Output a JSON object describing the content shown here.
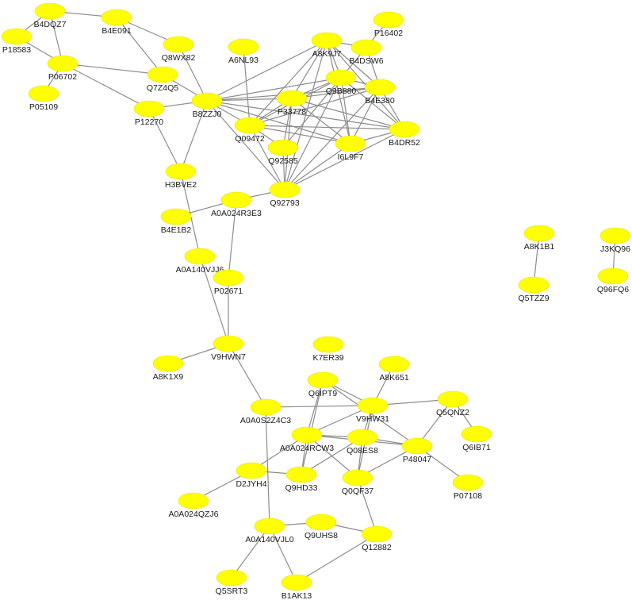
{
  "node_color": "#ffff00",
  "edge_color": "#8c8c8c",
  "nodes": [
    {
      "id": "B4DQZ7"
    },
    {
      "id": "B4E091"
    },
    {
      "id": "P18583"
    },
    {
      "id": "P06702"
    },
    {
      "id": "P05109"
    },
    {
      "id": "Q8WX82"
    },
    {
      "id": "Q7Z4Q5"
    },
    {
      "id": "P12270"
    },
    {
      "id": "A6NL93"
    },
    {
      "id": "B8ZZJ0"
    },
    {
      "id": "P16402"
    },
    {
      "id": "A8K9J7"
    },
    {
      "id": "B4DSW6"
    },
    {
      "id": "Q9B880"
    },
    {
      "id": "B4E380"
    },
    {
      "id": "P33778"
    },
    {
      "id": "Q09472"
    },
    {
      "id": "B4DR52"
    },
    {
      "id": "Q92585"
    },
    {
      "id": "I6L9F7"
    },
    {
      "id": "H3BVE2"
    },
    {
      "id": "A0A024R3E3"
    },
    {
      "id": "Q92793"
    },
    {
      "id": "B4E1B2"
    },
    {
      "id": "A0A140VJJ6"
    },
    {
      "id": "P02671"
    },
    {
      "id": "V9HWN7"
    },
    {
      "id": "A8K1X9"
    },
    {
      "id": "A8K1B1"
    },
    {
      "id": "Q5TZZ9"
    },
    {
      "id": "J3KQ96"
    },
    {
      "id": "Q96FQ6"
    },
    {
      "id": "K7ER39"
    },
    {
      "id": "A8K651"
    },
    {
      "id": "Q6IPT9"
    },
    {
      "id": "V9HW31"
    },
    {
      "id": "Q5QNZ2"
    },
    {
      "id": "A0A0S2Z4C3"
    },
    {
      "id": "A0A024RCW3"
    },
    {
      "id": "Q08ES8"
    },
    {
      "id": "P48047"
    },
    {
      "id": "Q6IB71"
    },
    {
      "id": "D2JYH4"
    },
    {
      "id": "Q9HD33"
    },
    {
      "id": "Q0QF37"
    },
    {
      "id": "P07108"
    },
    {
      "id": "A0A024QZJ6"
    },
    {
      "id": "A0A140VJL0"
    },
    {
      "id": "Q9UHS8"
    },
    {
      "id": "Q12882"
    },
    {
      "id": "Q5SRT3"
    },
    {
      "id": "B1AK13"
    }
  ],
  "edges": [
    [
      "B4DQZ7",
      "B4E091"
    ],
    [
      "B4DQZ7",
      "P18583"
    ],
    [
      "B4DQZ7",
      "P06702"
    ],
    [
      "B4E091",
      "Q8WX82"
    ],
    [
      "B4E091",
      "Q7Z4Q5"
    ],
    [
      "P18583",
      "P06702"
    ],
    [
      "P06702",
      "P05109"
    ],
    [
      "P06702",
      "Q7Z4Q5"
    ],
    [
      "P06702",
      "P12270"
    ],
    [
      "Q8WX82",
      "B8ZZJ0"
    ],
    [
      "Q7Z4Q5",
      "B8ZZJ0"
    ],
    [
      "P12270",
      "B8ZZJ0"
    ],
    [
      "P12270",
      "H3BVE2"
    ],
    [
      "B8ZZJ0",
      "H3BVE2"
    ],
    [
      "B8ZZJ0",
      "A8K9J7"
    ],
    [
      "B8ZZJ0",
      "Q9B880"
    ],
    [
      "B8ZZJ0",
      "B4E380"
    ],
    [
      "B8ZZJ0",
      "P33778"
    ],
    [
      "B8ZZJ0",
      "Q09472"
    ],
    [
      "B8ZZJ0",
      "B4DR52"
    ],
    [
      "B8ZZJ0",
      "I6L9F7"
    ],
    [
      "B8ZZJ0",
      "Q92793"
    ],
    [
      "A6NL93",
      "Q09472"
    ],
    [
      "P16402",
      "B4DSW6"
    ],
    [
      "A8K9J7",
      "B4DSW6"
    ],
    [
      "A8K9J7",
      "Q9B880"
    ],
    [
      "A8K9J7",
      "B4E380"
    ],
    [
      "A8K9J7",
      "B4DR52"
    ],
    [
      "A8K9J7",
      "Q09472"
    ],
    [
      "A8K9J7",
      "P33778"
    ],
    [
      "A8K9J7",
      "I6L9F7"
    ],
    [
      "A8K9J7",
      "Q92793"
    ],
    [
      "B4DSW6",
      "B4E380"
    ],
    [
      "B4DSW6",
      "Q9B880"
    ],
    [
      "Q9B880",
      "B4E380"
    ],
    [
      "Q9B880",
      "P33778"
    ],
    [
      "Q9B880",
      "B4DR52"
    ],
    [
      "Q9B880",
      "I6L9F7"
    ],
    [
      "Q9B880",
      "Q09472"
    ],
    [
      "Q9B880",
      "Q92793"
    ],
    [
      "Q9B880",
      "Q92585"
    ],
    [
      "B4E380",
      "B4DR52"
    ],
    [
      "B4E380",
      "I6L9F7"
    ],
    [
      "B4E380",
      "P33778"
    ],
    [
      "B4E380",
      "Q92793"
    ],
    [
      "B4E380",
      "Q09472"
    ],
    [
      "P33778",
      "Q09472"
    ],
    [
      "P33778",
      "Q92585"
    ],
    [
      "P33778",
      "Q92793"
    ],
    [
      "P33778",
      "I6L9F7"
    ],
    [
      "P33778",
      "B4DR52"
    ],
    [
      "Q09472",
      "Q92585"
    ],
    [
      "Q09472",
      "Q92793"
    ],
    [
      "Q09472",
      "I6L9F7"
    ],
    [
      "Q09472",
      "B4DR52"
    ],
    [
      "Q92585",
      "Q92793"
    ],
    [
      "I6L9F7",
      "Q92793"
    ],
    [
      "I6L9F7",
      "B4DR52"
    ],
    [
      "B4DR52",
      "Q92793"
    ],
    [
      "Q92793",
      "A0A024R3E3"
    ],
    [
      "H3BVE2",
      "A0A140VJJ6"
    ],
    [
      "A0A024R3E3",
      "B4E1B2"
    ],
    [
      "A0A024R3E3",
      "P02671"
    ],
    [
      "A0A140VJJ6",
      "V9HWN7"
    ],
    [
      "P02671",
      "V9HWN7"
    ],
    [
      "V9HWN7",
      "A8K1X9"
    ],
    [
      "V9HWN7",
      "A0A0S2Z4C3"
    ],
    [
      "A8K1B1",
      "Q5TZZ9"
    ],
    [
      "J3KQ96",
      "Q96FQ6"
    ],
    [
      "A0A0S2Z4C3",
      "V9HW31"
    ],
    [
      "A0A0S2Z4C3",
      "A0A140VJL0"
    ],
    [
      "Q6IPT9",
      "A0A024RCW3"
    ],
    [
      "Q6IPT9",
      "V9HW31"
    ],
    [
      "Q6IPT9",
      "Q9HD33"
    ],
    [
      "Q6IPT9",
      "P48047"
    ],
    [
      "A8K651",
      "V9HW31"
    ],
    [
      "V9HW31",
      "Q5QNZ2"
    ],
    [
      "V9HW31",
      "Q08ES8"
    ],
    [
      "V9HW31",
      "Q0QF37"
    ],
    [
      "V9HW31",
      "A0A024RCW3"
    ],
    [
      "Q5QNZ2",
      "P48047"
    ],
    [
      "Q5QNZ2",
      "Q6IB71"
    ],
    [
      "A0A024RCW3",
      "Q08ES8"
    ],
    [
      "A0A024RCW3",
      "P48047"
    ],
    [
      "A0A024RCW3",
      "Q9HD33"
    ],
    [
      "A0A024RCW3",
      "Q0QF37"
    ],
    [
      "A0A024RCW3",
      "D2JYH4"
    ],
    [
      "Q08ES8",
      "P48047"
    ],
    [
      "Q08ES8",
      "Q0QF37"
    ],
    [
      "Q08ES8",
      "Q9HD33"
    ],
    [
      "P48047",
      "Q0QF37"
    ],
    [
      "P48047",
      "P07108"
    ],
    [
      "D2JYH4",
      "Q9HD33"
    ],
    [
      "D2JYH4",
      "A0A024QZJ6"
    ],
    [
      "Q0QF37",
      "Q12882"
    ],
    [
      "A0A140VJL0",
      "Q9UHS8"
    ],
    [
      "A0A140VJL0",
      "Q5SRT3"
    ],
    [
      "A0A140VJL0",
      "B1AK13"
    ],
    [
      "Q9UHS8",
      "Q12882"
    ],
    [
      "Q12882",
      "B1AK13"
    ]
  ]
}
